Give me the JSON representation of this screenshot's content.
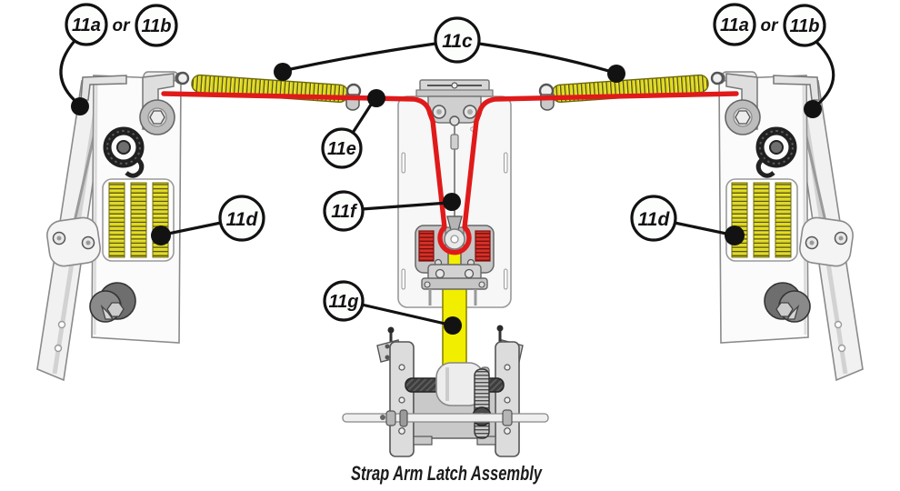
{
  "diagram": {
    "caption": "Strap Arm Latch Assembly",
    "callouts": {
      "left_pair": {
        "first": "11a",
        "conjunction": "or",
        "second": "11b"
      },
      "right_pair": {
        "first": "11a",
        "conjunction": "or",
        "second": "11b"
      },
      "extension_springs": "11c",
      "left_spring_pack": "11d",
      "right_spring_pack": "11d",
      "cable_clamp": "11e",
      "center_cable": "11f",
      "strap": "11g"
    },
    "colors": {
      "spring_yellow": "#dcd616",
      "strap_yellow": "#f2ee00",
      "cable_red": "#e01a1a",
      "latch_spring_red": "#d53129",
      "ink": "#121212"
    }
  }
}
